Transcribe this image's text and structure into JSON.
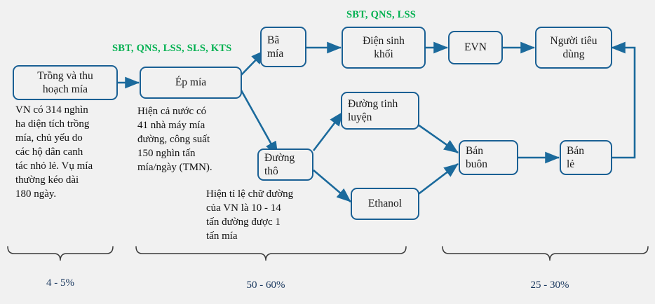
{
  "diagram": {
    "title": "Chuoi gia tri nganh mia duong",
    "background": "#f1f1f1",
    "node_border_color": "#1a6094",
    "arrow_color": "#1b6a9c",
    "tag_color": "#00b050",
    "percent_color": "#16355c",
    "bracket_color": "#3a3a3a"
  },
  "nodes": {
    "trong_thu_hoach": {
      "label": "Trồng và thu\nhoạch mía"
    },
    "ep_mia": {
      "label": "Ép mía"
    },
    "ba_mia": {
      "label": "Bã\nmía"
    },
    "dien_sinh_khoi": {
      "label": "Điện sinh\nkhối"
    },
    "evn": {
      "label": "EVN"
    },
    "nguoi_tieu_dung": {
      "label": "Người tiêu\ndùng"
    },
    "duong_tho": {
      "label": "Đường\nthô"
    },
    "duong_tinh_luyen": {
      "label": "Đường tinh\nluyện"
    },
    "ethanol": {
      "label": "Ethanol"
    },
    "ban_buon": {
      "label": "Bán\nbuôn"
    },
    "ban_le": {
      "label": "Bán\nlẻ"
    }
  },
  "notes": {
    "note_trong": "VN có 314 nghìn\nha diện tích trồng\nmía, chủ yếu do\ncác hộ dân canh\ntác nhỏ lẻ. Vụ mía\nthường kéo dài\n180 ngày.",
    "note_ep_mia": "Hiện cả nước có\n41 nhà máy mía\nđường, công suất\n150 nghìn tấn\nmía/ngày (TMN).",
    "note_duong_tho": "Hiện tỉ lệ chữ đường\ncủa VN là 10 - 14\ntấn đường được 1\ntấn mía"
  },
  "tags": {
    "tag_ep_mia": "SBT, QNS, LSS, SLS, KTS",
    "tag_dien_sinh_khoi": "SBT, QNS, LSS"
  },
  "percentages": [
    {
      "label": "4 - 5%"
    },
    {
      "label": "50 - 60%"
    },
    {
      "label": "25 - 30%"
    }
  ]
}
